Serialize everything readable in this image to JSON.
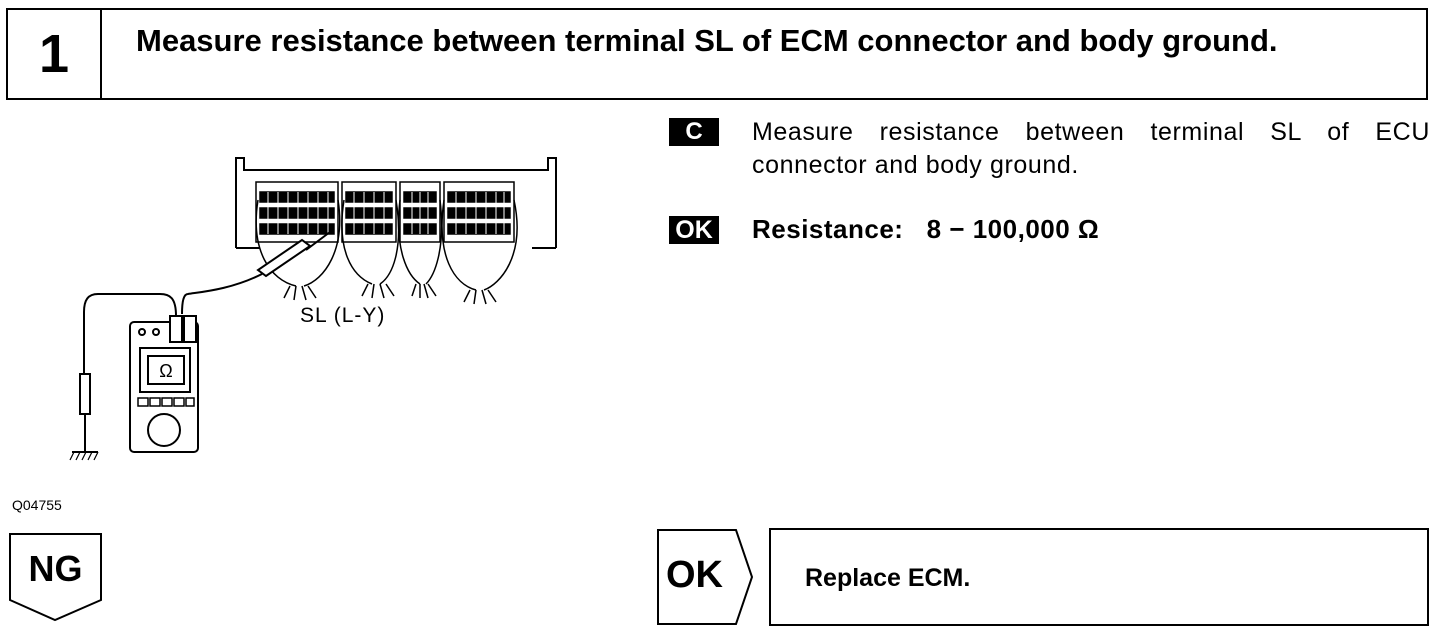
{
  "step": {
    "number": "1",
    "title": "Measure resistance between terminal SL of ECM connector and body ground."
  },
  "illustration": {
    "terminal_label": "SL (L-Y)",
    "meter_symbol": "Ω",
    "figure_id": "Q04755"
  },
  "check": {
    "badge": "C",
    "line1": "Measure resistance between terminal SL of ECU",
    "line2": "connector and body ground."
  },
  "spec": {
    "badge": "OK",
    "text": "Resistance:   8 − 100,000 Ω"
  },
  "ng": {
    "label": "NG"
  },
  "ok_result": {
    "label": "OK",
    "action": "Replace ECM."
  }
}
